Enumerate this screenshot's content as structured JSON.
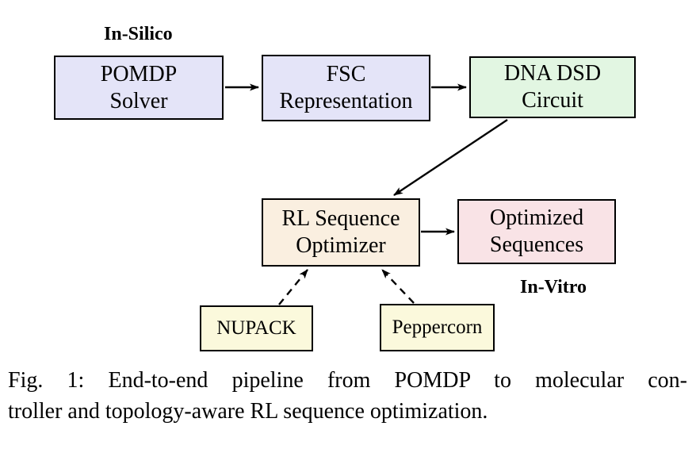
{
  "figure": {
    "region_labels": {
      "in_silico": "In-Silico",
      "in_vitro": "In-Vitro"
    },
    "nodes": {
      "pomdp_solver": {
        "line1": "POMDP",
        "line2": "Solver",
        "fill": "#e4e4f8"
      },
      "fsc_representation": {
        "line1": "FSC",
        "line2": "Representation",
        "fill": "#e4e4f8"
      },
      "dna_dsd_circuit": {
        "line1": "DNA DSD",
        "line2": "Circuit",
        "fill": "#e2f6e2"
      },
      "rl_sequence_optimizer": {
        "line1": "RL Sequence",
        "line2": "Optimizer",
        "fill": "#faefe0"
      },
      "optimized_sequences": {
        "line1": "Optimized",
        "line2": "Sequences",
        "fill": "#f9e3e6"
      },
      "nupack": {
        "label": "NUPACK",
        "fill": "#fbf9dc"
      },
      "peppercorn": {
        "label": "Peppercorn",
        "fill": "#fbf9dc"
      }
    },
    "edges": [
      {
        "from": "POMDP Solver",
        "to": "FSC Representation",
        "style": "solid"
      },
      {
        "from": "FSC Representation",
        "to": "DNA DSD Circuit",
        "style": "solid"
      },
      {
        "from": "DNA DSD Circuit",
        "to": "RL Sequence Optimizer",
        "style": "solid"
      },
      {
        "from": "RL Sequence Optimizer",
        "to": "Optimized Sequences",
        "style": "solid"
      },
      {
        "from": "NUPACK",
        "to": "RL Sequence Optimizer",
        "style": "dashed"
      },
      {
        "from": "Peppercorn",
        "to": "RL Sequence Optimizer",
        "style": "dashed"
      }
    ],
    "edge_color": "#000000",
    "border_color": "#000000"
  },
  "caption": {
    "line1": "Fig. 1: End-to-end pipeline from POMDP to molecular con-",
    "line2": "troller and topology-aware RL sequence optimization."
  }
}
